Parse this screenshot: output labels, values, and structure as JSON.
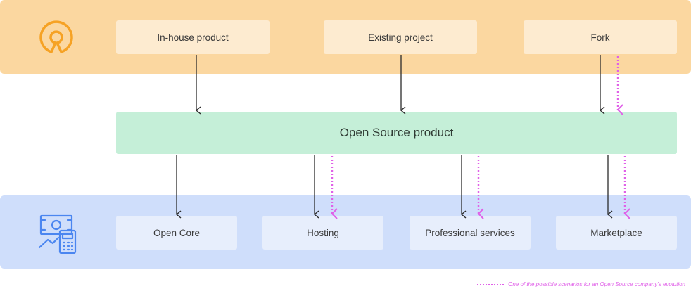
{
  "sources": [
    {
      "label": "In-house product"
    },
    {
      "label": "Existing project"
    },
    {
      "label": "Fork"
    }
  ],
  "product": {
    "label": "Open Source product"
  },
  "business_models": [
    {
      "label": "Open Core"
    },
    {
      "label": "Hosting"
    },
    {
      "label": "Professional services"
    },
    {
      "label": "Marketplace"
    }
  ],
  "legend": {
    "text": "One of the possible scenarios for an Open Source company's evolution"
  },
  "icons": {
    "top": "open-source-icon",
    "bottom": "money-calculator-icon"
  },
  "colors": {
    "top_band": "#fbd7a0",
    "bottom_band": "#cfdefb",
    "product": "#c5efd8",
    "dotted_arrow": "#e060e8",
    "arrow": "#2b2b2b",
    "icon_orange": "#f6a224",
    "icon_blue": "#4b86f0"
  }
}
